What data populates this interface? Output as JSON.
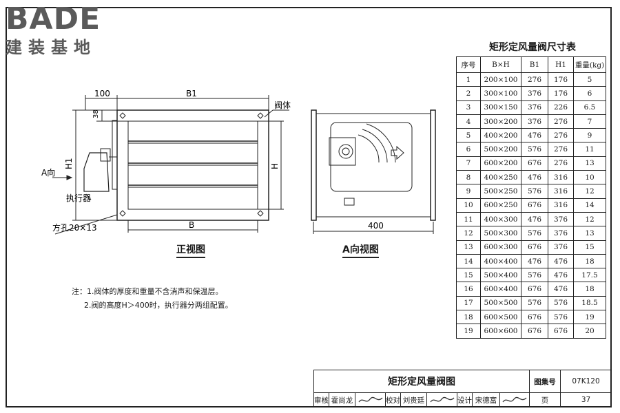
{
  "logo": {
    "brand": "BADE",
    "sub": "建装基地"
  },
  "drawings": {
    "front_view": {
      "caption": "正视图",
      "dim_width_top": "100",
      "dim_b1": "B1",
      "dim_38": "38",
      "dim_h1": "H1",
      "dim_h": "H",
      "dim_b": "B",
      "label_valve_body": "阀体",
      "label_a_dir": "A向",
      "label_actuator": "执行器",
      "label_square_hole": "方孔20×13"
    },
    "a_view": {
      "caption": "A向视图",
      "dim_400": "400"
    }
  },
  "notes": {
    "line1": "注：1.阀体的厚度和重量不含消声和保温层。",
    "line2": "2.阀的高度H＞400时，执行器分两组配置。"
  },
  "table": {
    "title": "矩形定风量阀尺寸表",
    "headers": [
      "序号",
      "B×H",
      "B1",
      "H1",
      "重量(kg)"
    ],
    "rows": [
      [
        "1",
        "200×100",
        "276",
        "176",
        "5"
      ],
      [
        "2",
        "300×100",
        "376",
        "176",
        "6"
      ],
      [
        "3",
        "300×150",
        "376",
        "226",
        "6.5"
      ],
      [
        "4",
        "300×200",
        "376",
        "276",
        "7"
      ],
      [
        "5",
        "400×200",
        "476",
        "276",
        "9"
      ],
      [
        "6",
        "500×200",
        "576",
        "276",
        "11"
      ],
      [
        "7",
        "600×200",
        "676",
        "276",
        "13"
      ],
      [
        "8",
        "400×250",
        "476",
        "316",
        "10"
      ],
      [
        "9",
        "500×250",
        "576",
        "316",
        "12"
      ],
      [
        "10",
        "600×250",
        "676",
        "316",
        "14"
      ],
      [
        "11",
        "400×300",
        "476",
        "376",
        "12"
      ],
      [
        "12",
        "500×300",
        "576",
        "376",
        "13"
      ],
      [
        "13",
        "600×300",
        "676",
        "376",
        "15"
      ],
      [
        "14",
        "400×400",
        "476",
        "476",
        "18"
      ],
      [
        "15",
        "500×400",
        "576",
        "476",
        "17.5"
      ],
      [
        "16",
        "600×400",
        "676",
        "476",
        "18"
      ],
      [
        "17",
        "500×500",
        "576",
        "576",
        "18.5"
      ],
      [
        "18",
        "600×500",
        "676",
        "576",
        "19"
      ],
      [
        "19",
        "600×600",
        "676",
        "676",
        "20"
      ]
    ]
  },
  "title_block": {
    "drawing_title": "矩形定风量阀图",
    "atlas_label": "图集号",
    "atlas_no": "07K120",
    "review_label": "审核",
    "reviewer": "霍尚龙",
    "check_label": "校对",
    "checker": "刘贵廷",
    "design_label": "设计",
    "designer": "宋德富",
    "page_label": "页",
    "page_no": "37"
  }
}
